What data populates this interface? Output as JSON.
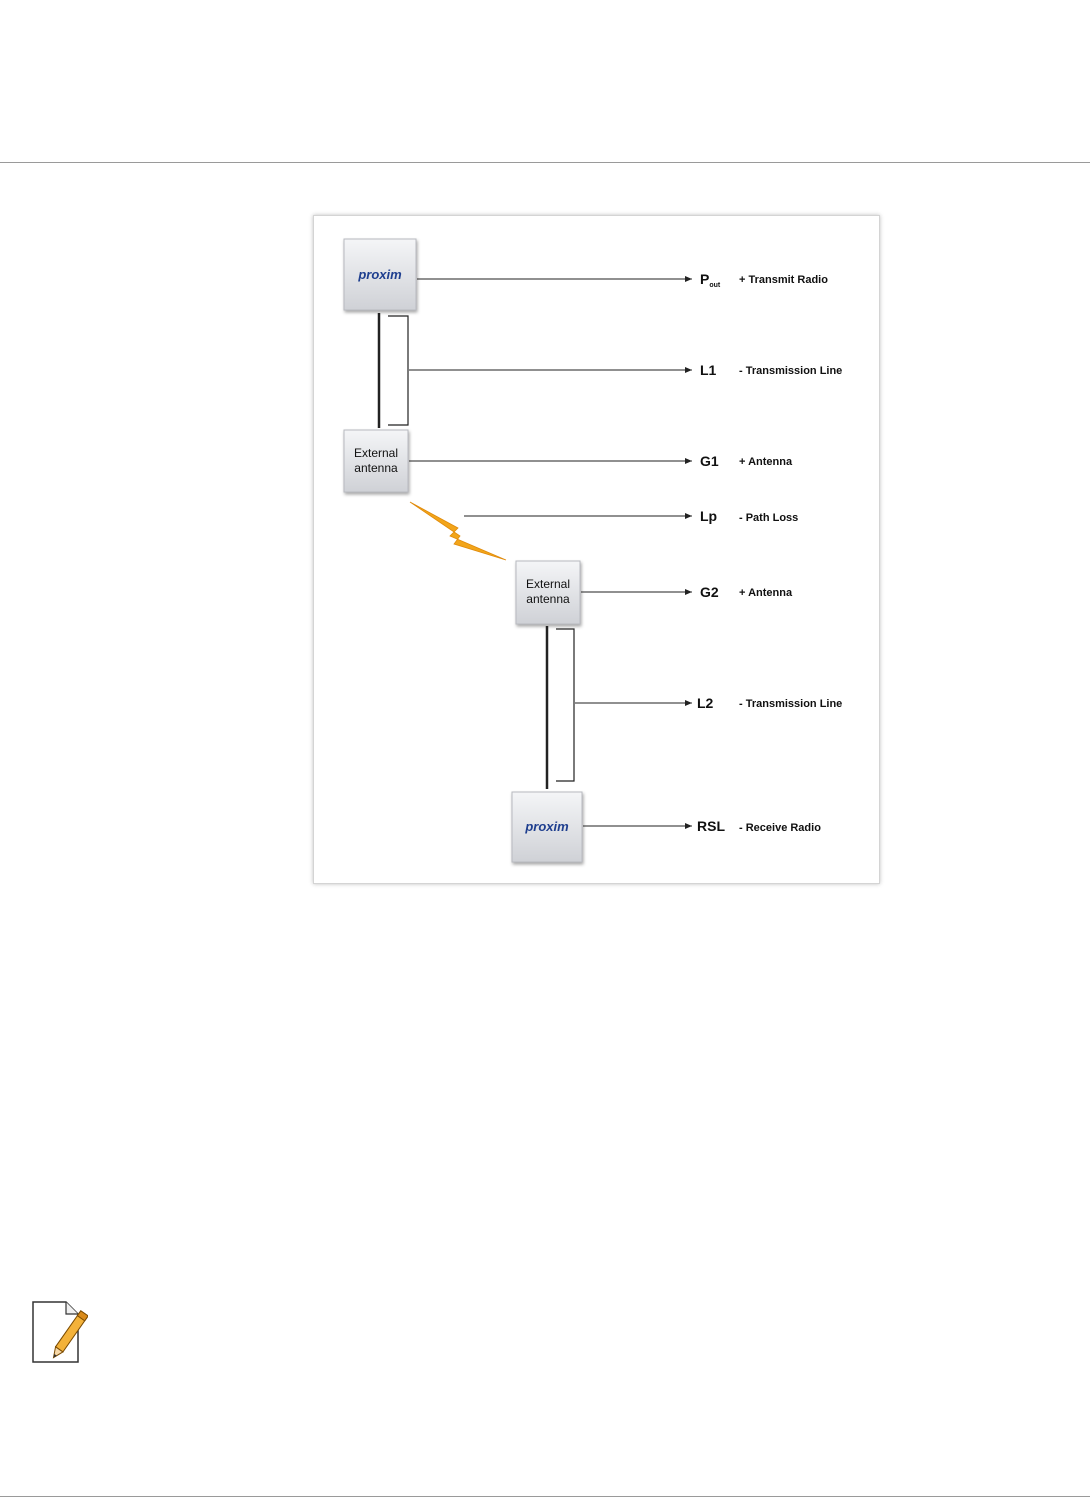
{
  "diagram": {
    "logo_text": "proxim",
    "blocks": {
      "transmit_radio": {
        "kind": "radio",
        "logo": "proxim"
      },
      "antenna_1": {
        "line1": "External",
        "line2": "antenna"
      },
      "antenna_2": {
        "line1": "External",
        "line2": "antenna"
      },
      "receive_radio": {
        "kind": "radio",
        "logo": "proxim"
      }
    },
    "terms": [
      {
        "symbol": "P",
        "subscript": "out",
        "description": "+ Transmit Radio"
      },
      {
        "symbol": "L1",
        "description": "- Transmission Line"
      },
      {
        "symbol": "G1",
        "description": "+ Antenna"
      },
      {
        "symbol": "Lp",
        "description": "- Path Loss"
      },
      {
        "symbol": "G2",
        "description": "+ Antenna"
      },
      {
        "symbol": "L2",
        "description": "- Transmission Line"
      },
      {
        "symbol": "RSL",
        "description": "- Receive Radio"
      }
    ],
    "colors": {
      "box_top": "#f4f5f7",
      "box_bottom": "#cfd1d6",
      "logo_blue": "#1f3f8f",
      "logo_accent": "#2f7fd0",
      "lightning": "#f2a51a",
      "line": "#222222"
    }
  },
  "icons": {
    "note": "note-pencil-icon"
  }
}
